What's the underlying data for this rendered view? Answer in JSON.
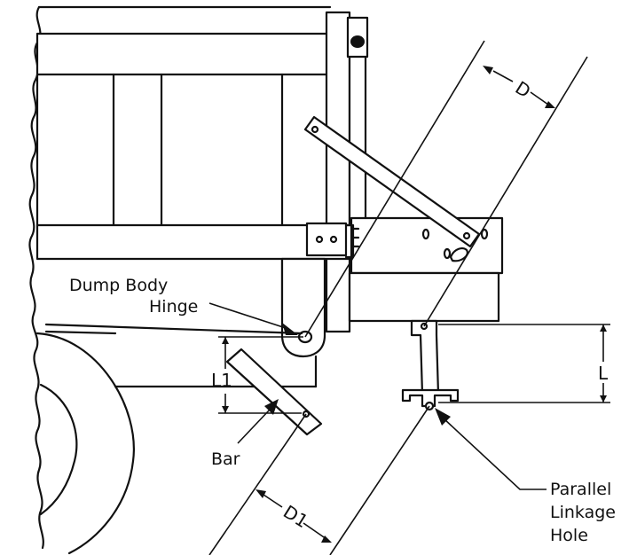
{
  "labels": {
    "hinge_line1": "Dump Body",
    "hinge_line2": "Hinge",
    "bar": "Bar",
    "parallel_line1": "Parallel",
    "parallel_line2": "Linkage",
    "parallel_line3": "Hole",
    "dim_d": "D",
    "dim_d1": "D1",
    "dim_l": "L",
    "dim_l1": "L1"
  }
}
